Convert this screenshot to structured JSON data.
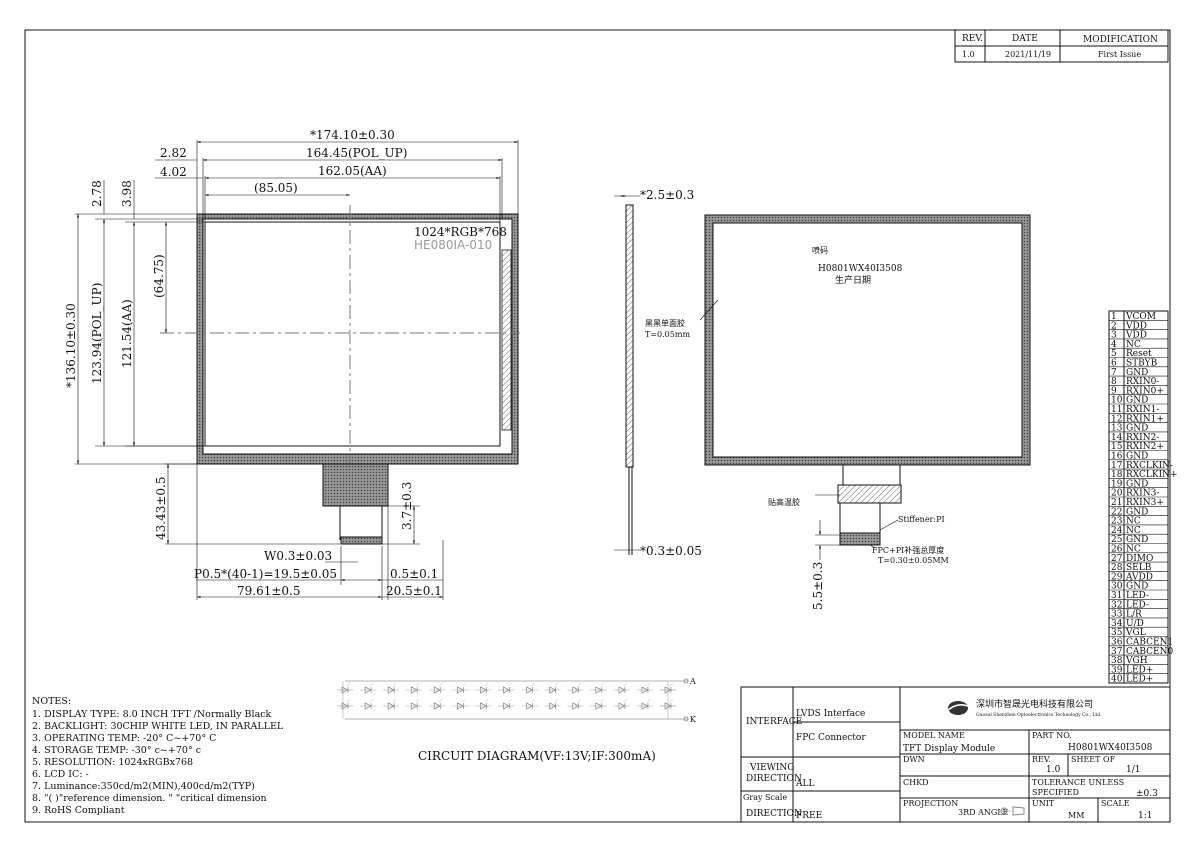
{
  "revision_table": {
    "headers": [
      "REV.",
      "DATE",
      "MODIFICATION"
    ],
    "row": [
      "1.0",
      "2021/11/19",
      "First Issue"
    ]
  },
  "front_view": {
    "dim_overall_width": "*174.10±0.30",
    "dim_pol_width": "164.45(POL_UP)",
    "dim_aa_width": "162.05(AA)",
    "dim_center_x": "(85.05)",
    "dim_left_2_82": "2.82",
    "dim_left_4_02": "4.02",
    "dim_top_2_78": "2.78",
    "dim_top_3_98": "3.98",
    "dim_overall_height": "*136.10±0.30",
    "dim_pol_height": "123.94(POL_UP)",
    "dim_aa_height": "121.54(AA)",
    "dim_center_y": "(64.75)",
    "resolution_label": "1024*RGB*768",
    "model_print": "HE080IA-010",
    "dim_fpc_length": "43.43±0.5",
    "dim_stiffener": "3.7±0.3",
    "dim_pitch_width": "W0.3±0.03",
    "dim_pitch": "P0.5*(40-1)=19.5±0.05",
    "dim_fpc_offset": "79.61±0.5",
    "dim_edge_0_5": "0.5±0.1",
    "dim_fpc_width": "20.5±0.1"
  },
  "side_view": {
    "dim_thickness": "*2.5±0.3",
    "dim_fpc_thickness": "*0.3±0.05"
  },
  "back_view": {
    "label_code": "喷码",
    "label_part": "H0801WX40I3508",
    "label_date": "生产日期",
    "tape_label": "黑黑单面胶",
    "tape_thickness": "T=0.05mm",
    "adhesive_label": "贴高温胶",
    "stiffener_label": "Stiffener:PI",
    "fpc_note": "FPC+PI补强总厚度",
    "fpc_note_thickness": "T=0.30±0.05MM",
    "dim_stiffener_length": "5.5±0.3"
  },
  "pin_table": [
    [
      "1",
      "VCOM"
    ],
    [
      "2",
      "VDD"
    ],
    [
      "3",
      "VDD"
    ],
    [
      "4",
      "NC"
    ],
    [
      "5",
      "Reset"
    ],
    [
      "6",
      "STBYB"
    ],
    [
      "7",
      "GND"
    ],
    [
      "8",
      "RXIN0-"
    ],
    [
      "9",
      "RXIN0+"
    ],
    [
      "10",
      "GND"
    ],
    [
      "11",
      "RXIN1-"
    ],
    [
      "12",
      "RXIN1+"
    ],
    [
      "13",
      "GND"
    ],
    [
      "14",
      "RXIN2-"
    ],
    [
      "15",
      "RXIN2+"
    ],
    [
      "16",
      "GND"
    ],
    [
      "17",
      "RXCLKIN-"
    ],
    [
      "18",
      "RXCLKIN+"
    ],
    [
      "19",
      "GND"
    ],
    [
      "20",
      "RXIN3-"
    ],
    [
      "21",
      "RXIN3+"
    ],
    [
      "22",
      "GND"
    ],
    [
      "23",
      "NC"
    ],
    [
      "24",
      "NC"
    ],
    [
      "25",
      "GND"
    ],
    [
      "26",
      "NC"
    ],
    [
      "27",
      "DIMO"
    ],
    [
      "28",
      "SELB"
    ],
    [
      "29",
      "AVDD"
    ],
    [
      "30",
      "GND"
    ],
    [
      "31",
      "LED-"
    ],
    [
      "32",
      "LED-"
    ],
    [
      "33",
      "L/R"
    ],
    [
      "34",
      "U/D"
    ],
    [
      "35",
      "VGL"
    ],
    [
      "36",
      "CABCEN1"
    ],
    [
      "37",
      "CABCEN0"
    ],
    [
      "38",
      "VGH"
    ],
    [
      "39",
      "LED+"
    ],
    [
      "40",
      "LED+"
    ]
  ],
  "circuit": {
    "caption": "CIRCUIT DIAGRAM(VF:13V;IF:300mA)",
    "anode": "A",
    "cathode": "K",
    "leds_per_row": 15,
    "rows": 2
  },
  "notes": {
    "title": "NOTES:",
    "items": [
      "1. DISPLAY TYPE: 8.0 INCH TFT /Normally Black",
      "2. BACKLIGHT: 30CHIP WHITE LED, IN PARALLEL",
      "3. OPERATING TEMP: -20° C~+70° C",
      "4. STORAGE TEMP: -30° c~+70° c",
      "5. RESOLUTION: 1024xRGBx768",
      "6. LCD IC: -",
      "7. Luminance:350cd/m2(MIN),400cd/m2(TYP)",
      "8. \"( )\"reference dimension. \"  \"critical dimension",
      "9. RoHS Compliant"
    ]
  },
  "title_block": {
    "interface_label": "INTERFACE",
    "interface_value1": "LVDS  Interface",
    "interface_value2": "FPC Connector",
    "viewing_label1": "VIEWING",
    "viewing_label2": "DIRECTION",
    "viewing_value": "ALL",
    "gray_label1": "Gray Scale",
    "gray_label2": "DIRECTION",
    "gray_value": "FREE",
    "company_cn": "深圳市智晟光电科技有限公司",
    "company_en": "Guosul Shenzhen Optoelectronics Technology Co., Ltd.",
    "model_name_label": "MODEL NAME",
    "model_name_value": "TFT Display Module",
    "part_no_label": "PART NO.",
    "part_no_value": "H0801WX40I3508",
    "dwn_label": "DWN",
    "rev_label": "REV.",
    "rev_value": "1.0",
    "sheet_label": "SHEET OF",
    "sheet_value": "1/1",
    "chkd_label": "CHKD",
    "tolerance_label1": "TOLERANCE UNLESS",
    "tolerance_label2": "SPECIFIED",
    "tolerance_value": "±0.3",
    "projection_label": "PROJECTION",
    "projection_value": "3RD ANGLE",
    "unit_label": "UNIT",
    "unit_value": "MM",
    "scale_label": "SCALE",
    "scale_value": "1:1"
  }
}
